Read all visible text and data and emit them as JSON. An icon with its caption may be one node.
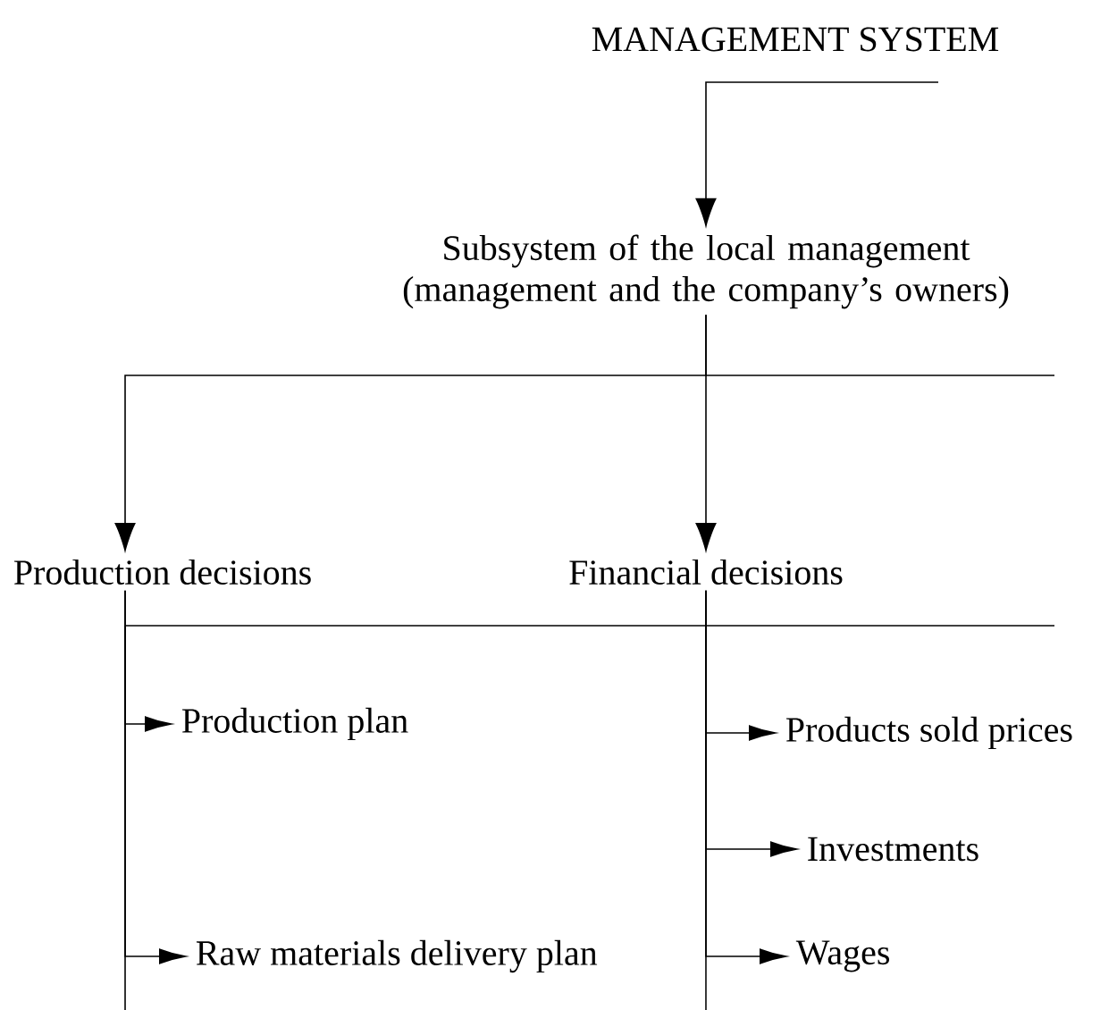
{
  "diagram": {
    "nodes": [
      {
        "text": [
          "MANAGEMENT SYSTEM"
        ]
      },
      {
        "text": [
          "Subsystem of the local management (management and the company’s owners)"
        ]
      },
      {
        "text": [
          "Production decisions"
        ]
      },
      {
        "text": [
          "Financial decisions"
        ]
      },
      {
        "text": [
          "Production plan"
        ]
      },
      {
        "text": [
          "Raw materials delivery plan"
        ]
      },
      {
        "text": [
          "Products sold prices"
        ]
      },
      {
        "text": [
          "Investments"
        ]
      },
      {
        "text": [
          "Wages"
        ]
      }
    ],
    "edges": [
      {
        "from": 0,
        "to": 1,
        "arrow": "to"
      },
      {
        "from": 1,
        "to": 2,
        "arrow": "to"
      },
      {
        "from": 1,
        "to": 3,
        "arrow": "to"
      },
      {
        "from": 2,
        "to": 4,
        "arrow": "to"
      },
      {
        "from": 2,
        "to": 5,
        "arrow": "to"
      },
      {
        "from": 3,
        "to": 6,
        "arrow": "to"
      },
      {
        "from": 3,
        "to": 7,
        "arrow": "to"
      },
      {
        "from": 3,
        "to": 8,
        "arrow": "to"
      }
    ]
  }
}
